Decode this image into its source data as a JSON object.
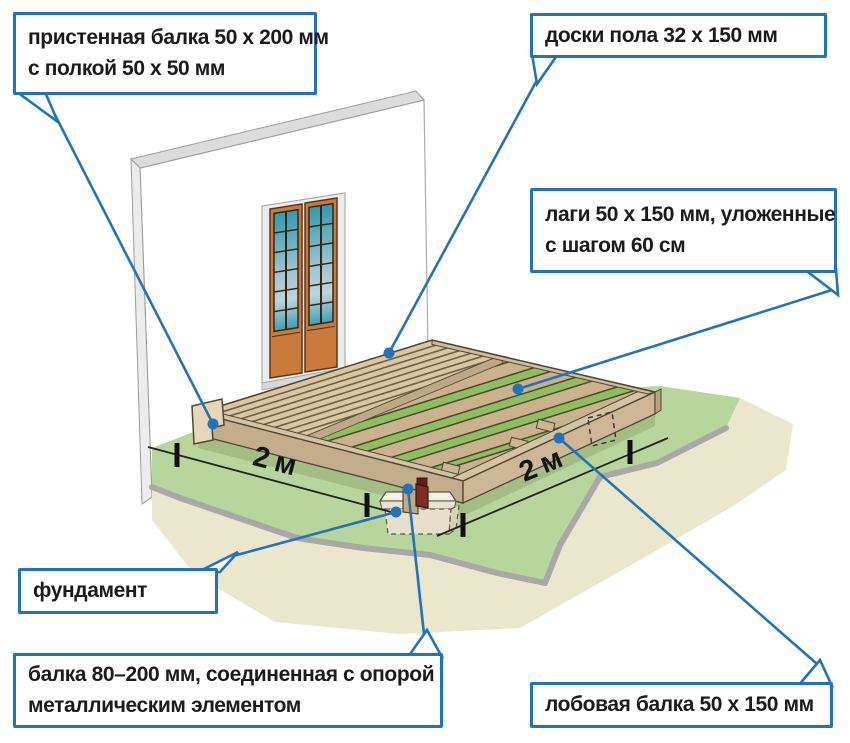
{
  "diagram": {
    "language": "ru",
    "subject": "floor-deck-framing-scheme",
    "callouts": [
      {
        "id": "wall-beam",
        "lines": [
          "пристенная балка 50 х 200 мм",
          "с полкой 50 х 50 мм"
        ]
      },
      {
        "id": "floor-boards",
        "lines": [
          "доски пола 32 х 150 мм"
        ]
      },
      {
        "id": "joists",
        "lines": [
          "лаги 50 х 150 мм, уложенные",
          "с шагом 60 см"
        ]
      },
      {
        "id": "foundation",
        "lines": [
          "фундамент"
        ]
      },
      {
        "id": "support-beam",
        "lines": [
          "балка 80–200 мм, соединенная с опорой",
          "металлическим элементом"
        ]
      },
      {
        "id": "front-beam",
        "lines": [
          "лобовая балка 50 х 150 мм"
        ]
      }
    ],
    "dimensions": {
      "left": "2 м",
      "right": "2 м"
    },
    "colors": {
      "callout_blue": "#2373b9",
      "text": "#1b1b1b",
      "dimension_black": "#141414",
      "grass": "#b8d59c",
      "grass_bright": "#8dc05c",
      "grass_shadow": "#a3bd85",
      "soil": "#ebe7cc",
      "rock_rim": "#a8a8a8",
      "wood_board": "#d9c7a1",
      "wood_joist": "#c9b28c",
      "wood_frame": "#cdb794",
      "wood_dark_edge": "#4c4435",
      "door_orange": "#c87b3b",
      "glass_teal": "#2e9ab2",
      "wall_white": "#fefefe",
      "wall_edge": "#dcdcdc",
      "foundation": "#efecdd",
      "metal_bracket": "#7c2e22"
    }
  }
}
